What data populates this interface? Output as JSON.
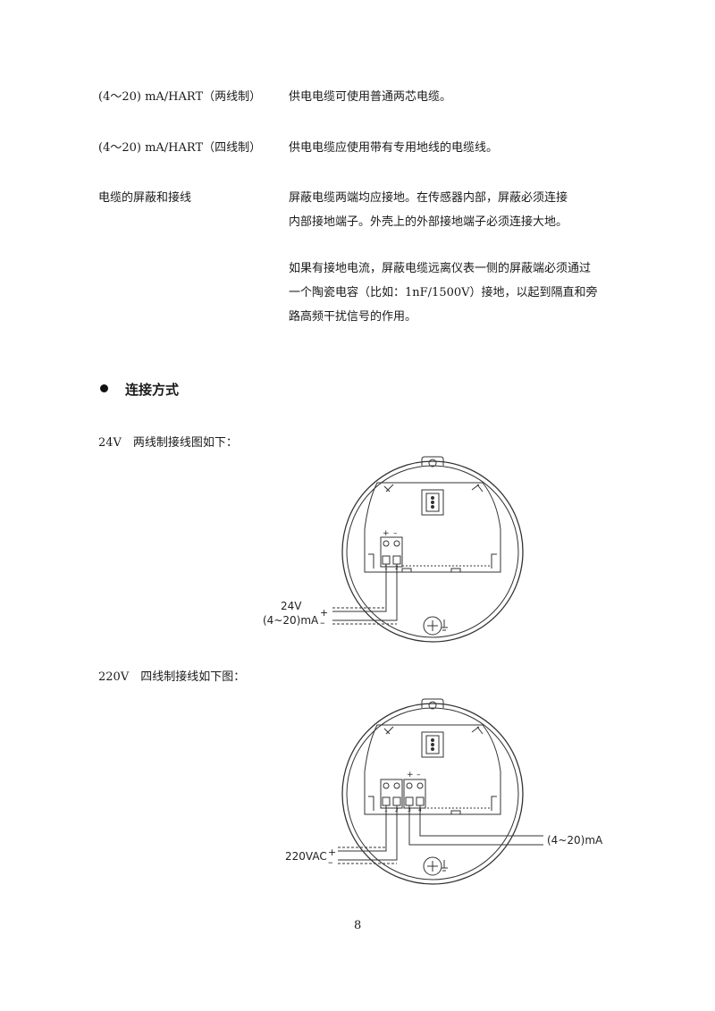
{
  "rows": [
    {
      "label": "(4～20) mA/HART（两线制）",
      "desc": [
        "供电电缆可使用普通两芯电缆。"
      ]
    },
    {
      "label": "(4～20) mA/HART（四线制）",
      "desc": [
        "供电电缆应使用带有专用地线的电缆线。"
      ]
    },
    {
      "label": "电缆的屏蔽和接线",
      "desc": [
        "屏蔽电缆两端均应接地。在传感器内部，屏蔽必须连接",
        "内部接地端子。外壳上的外部接地端子必须连接大地。"
      ]
    }
  ],
  "para2": [
    "如果有接地电流，屏蔽电缆远离仪表一侧的屏蔽端必须通过",
    "一个陶瓷电容（比如：1nF/1500V）接地，以起到隔直和旁",
    "路高频干扰信号的作用。"
  ],
  "section": {
    "title": "连接方式"
  },
  "diagram1": {
    "caption": "24V　两线制接线图如下：",
    "supply_label": "24V",
    "signal_label": "(4~20)mA",
    "plus": "+",
    "minus": "–",
    "term_plus": "+",
    "term_minus": "–",
    "pin1": "1",
    "pin2": "2"
  },
  "diagram2": {
    "caption": "220V　四线制接线如下图：",
    "supply_label": "220VAC",
    "signal_label": "(4~20)mA",
    "plus": "+",
    "minus": "–",
    "term_plus": "+",
    "term_minus": "–",
    "pin1": "1",
    "pin2": "2",
    "pin3": "3",
    "pin4": "4"
  },
  "page_number": "8"
}
